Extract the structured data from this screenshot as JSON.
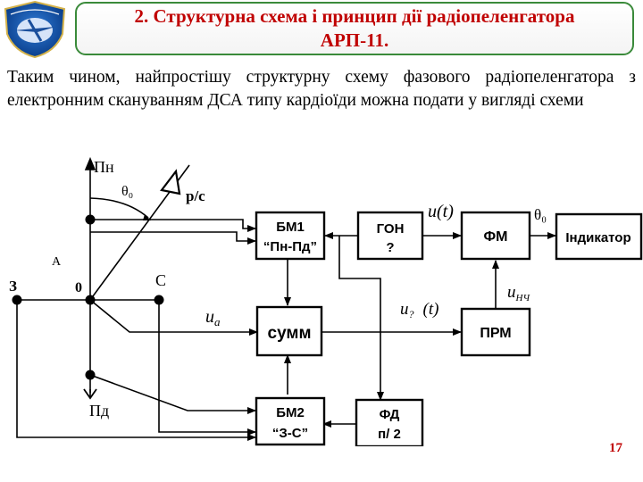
{
  "header": {
    "title": "2. Структурна схема і принцип дії радіопеленгатора АРП-11."
  },
  "paragraph": "Таким чином, найпростішу структурну схему фазового радіопеленгатора з електронним скануванням ДСА типу кардіоїди можна подати у вигляді схеми",
  "diagram": {
    "antenna_labels": {
      "north": "Пн",
      "south": "Пд",
      "west": "З",
      "east": "С",
      "center": "0",
      "a": "А",
      "theta0": "θ₀",
      "rs": "р/с"
    },
    "signals": {
      "ua_main": "u",
      "ua_sub": "а",
      "ut_main": "u(t)",
      "uq_main": "u",
      "uq_sub": "?",
      "uq_t": "(t)",
      "unch_main": "u",
      "unch_sub": "НЧ",
      "theta_out": "θ₀"
    },
    "blocks": {
      "bm1_line1": "БМ1",
      "bm1_line2": "“Пн-Пд”",
      "gon_line1": "ГОН",
      "gon_line2": "?",
      "fm": "ФМ",
      "indicator": "Індикатор",
      "summ": "сумм",
      "prm": "ПРМ",
      "bm2_line1": "БМ2",
      "bm2_line2": "“З-С”",
      "fd_line1": "ФД",
      "fd_line2": "п/ 2"
    }
  },
  "page_number": "17"
}
